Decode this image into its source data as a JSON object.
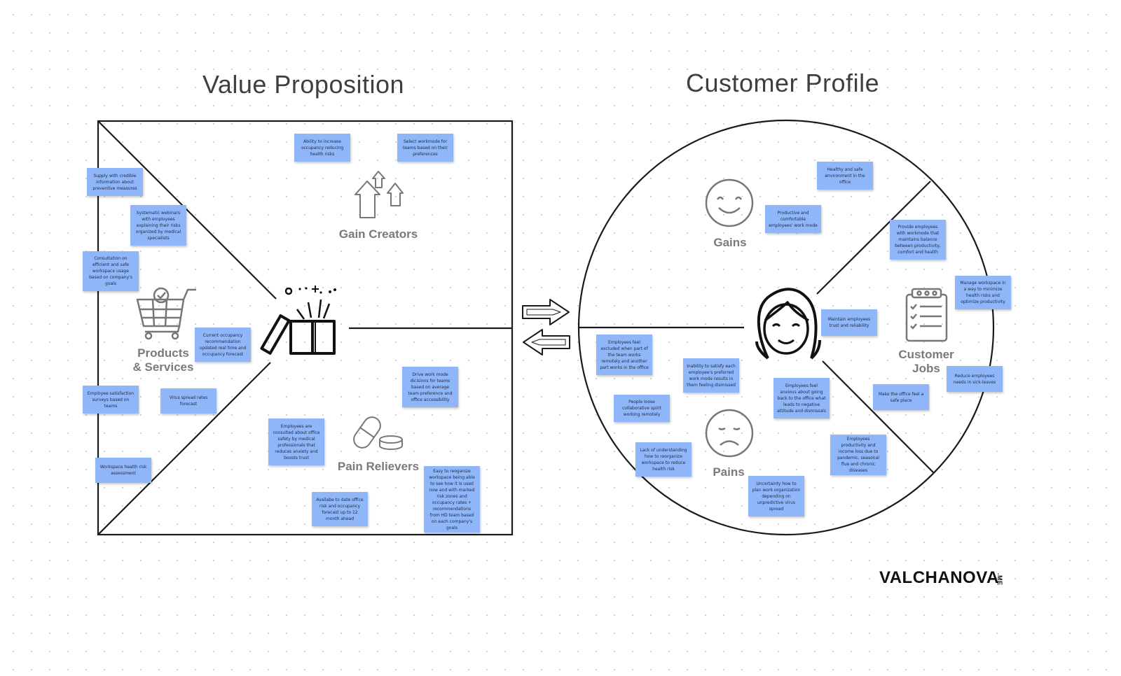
{
  "titles": {
    "value_proposition": "Value Proposition",
    "customer_profile": "Customer Profile"
  },
  "sections": {
    "gain_creators": "Gain Creators",
    "pain_relievers": "Pain Relievers",
    "products_services": "Products\n& Services",
    "gains": "Gains",
    "pains": "Pains",
    "customer_jobs": "Customer\nJobs"
  },
  "notes": {
    "gain_creators": [
      "Ability to increase occupancy reducing health risks",
      "Select workmode for teams based on their preferences"
    ],
    "products_services": [
      "Supply with credible information about preventive measures",
      "Systematic webinars with employees explaining their risks organized by medical specialists",
      "Consultation on efficient and safe workspace usage based on company's goals",
      "Current occupancy recommendation updated real time and occupancy forecast",
      "Employee satisfaction surveys based on teams",
      "Virus spread rates forecast",
      "Workspace health risk assessment"
    ],
    "pain_relievers": [
      "Drive work mode dicisions for teams based on average team preference and office accessibility",
      "Employees are consulted about office safety by medical professionals that reduces anxiety and boosts trust",
      "Easy to reoganize workspace being able to see how it is used now and with marked risk zones and occupancy rates + recommendations from HD team based on each company's goals",
      "Availabe to date office risk and occupancy forecast up to 12 month ahead"
    ],
    "gains": [
      "Healthy and safe environment in the office",
      "Productive and comfortable employees' work mode"
    ],
    "customer_jobs": [
      "Provide employees with workmode that maintains balance between productivity, comfort and health",
      "Manage workspace in a way to minimize health risks and optimize productivity",
      "Maintain employees trust and reliability",
      "Make the office feel a safe place",
      "Reduce employees needs in sick-leaves"
    ],
    "pains": [
      "Employees feel excluded when part of the team works remotely and another part works in the office",
      "Inability to satisfy each employee's preferred work mode results in them feeling dismissed",
      "Employees feel anxious about going back to the office what leads to negative attitude and dismissals",
      "People loose collaborative spirit working remotely",
      "Lack of understanding how to reorganize workspace to reduce health risk",
      "Employees productivity and income loss due to pandemic, seasonal flue and chronic diseases",
      "Uncertainty how to plan work organization depending on unpredictive virus spread"
    ]
  },
  "logo": {
    "main": "VALCHANOVA",
    "suffix": ".ME"
  },
  "colors": {
    "sticky": "#8fb6f8",
    "line": "#1a1a1a",
    "label": "#7a7a7a"
  }
}
